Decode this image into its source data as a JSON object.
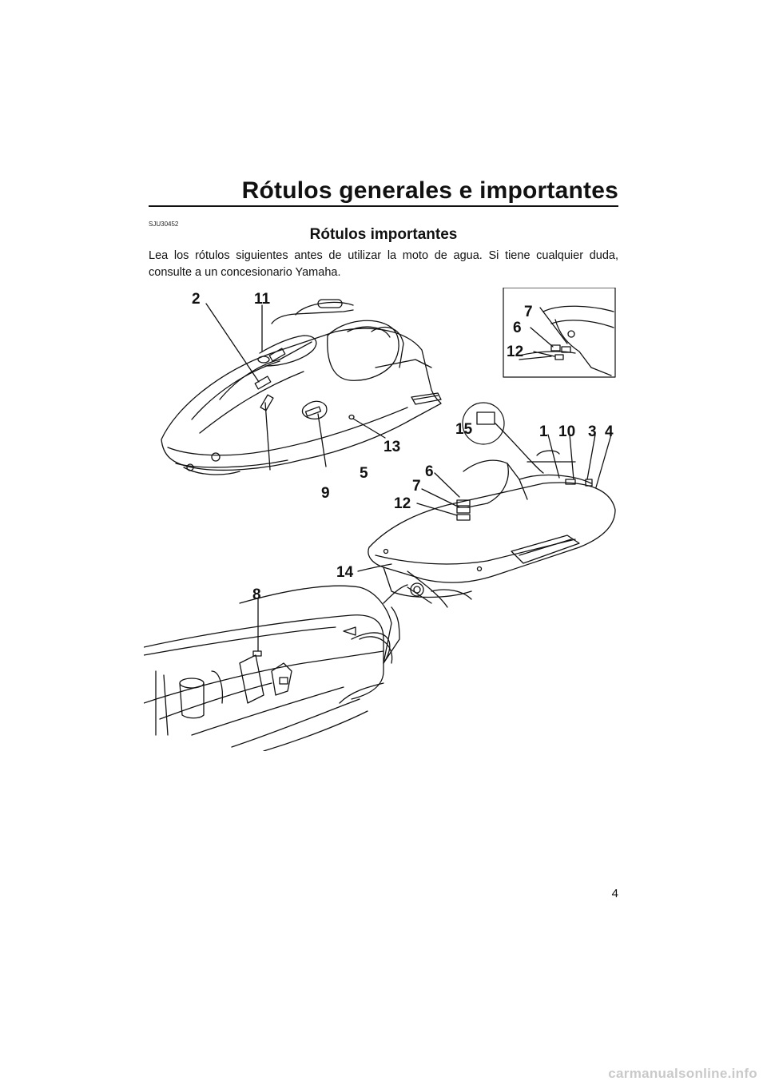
{
  "page": {
    "title": "Rótulos generales e importantes",
    "section_code": "SJU30452",
    "section_heading": "Rótulos importantes",
    "intro_text": "Lea los rótulos siguientes antes de utilizar la moto de agua. Si tiene cualquier duda, consulte a un concesionario Yamaha.",
    "page_number": "4"
  },
  "figure": {
    "callouts": {
      "c1": "1",
      "c2": "2",
      "c3": "3",
      "c4": "4",
      "c5": "5",
      "c6a": "6",
      "c6b": "6",
      "c7a": "7",
      "c7b": "7",
      "c8": "8",
      "c9": "9",
      "c10": "10",
      "c11": "11",
      "c12a": "12",
      "c12b": "12",
      "c13": "13",
      "c14": "14",
      "c15": "15"
    }
  },
  "watermark": "carmanualsonline.info"
}
